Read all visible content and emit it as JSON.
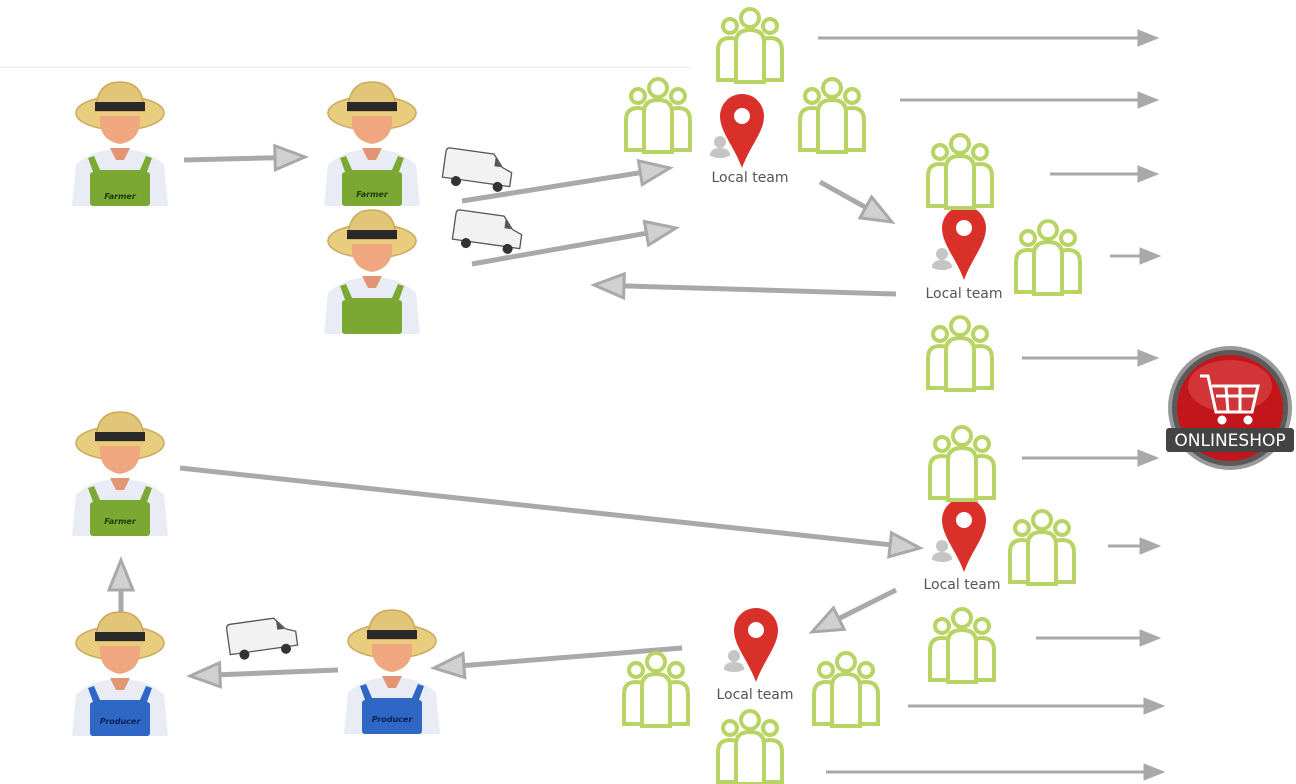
{
  "figures": {
    "farmer_apron_text": "Farmer",
    "producer_apron_text": "Producer"
  },
  "local_team_label": "Local team",
  "shop": {
    "label": "ONLINESHOP"
  },
  "colors": {
    "arrow": "#a9a9a9",
    "group": "#b8d464",
    "pin": "#d9302a",
    "farmer_apron": "#7aa832",
    "producer_apron": "#2f67c4",
    "shop_red": "#c2161b"
  }
}
